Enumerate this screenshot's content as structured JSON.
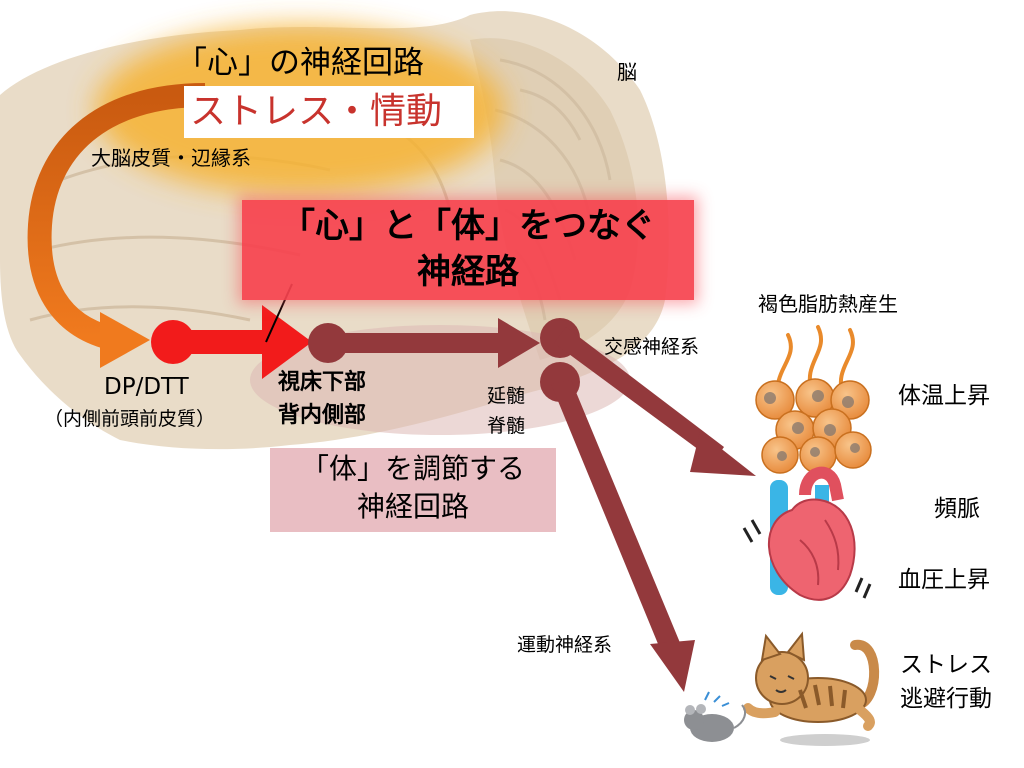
{
  "labels": {
    "brain": "脳",
    "mind_circuit": "「心」の神経回路",
    "stress_emotion": "ストレス・情動",
    "cortex_limbic": "大脳皮質・辺縁系",
    "connect_line1": "「心」と「体」をつなぐ",
    "connect_line2": "神経路",
    "dp_dtt": "DP/DTT",
    "mpfc": "（内側前頭前皮質）",
    "hypo_line1": "視床下部",
    "hypo_line2": "背内側部",
    "medulla_line1": "延髄",
    "medulla_line2": "脊髄",
    "sympathetic": "交感神経系",
    "motor": "運動神経系",
    "body_line1": "「体」を調節する",
    "body_line2": "神経回路",
    "bat": "褐色脂肪熱産生",
    "temp": "体温上昇",
    "tachy": "頻脈",
    "bp": "血圧上昇",
    "escape_line1": "ストレス",
    "escape_line2": "逃避行動"
  },
  "colors": {
    "brain": "#e9dcc8",
    "brain_fold": "#d2bfa4",
    "orange_glow": "#f6b233",
    "orange_arrow": "#ea6a10",
    "red_arrow": "#f21b1b",
    "dark_arrow": "#93393c",
    "stress_text": "#c8332d",
    "heart_box": "#f6424e",
    "body_box": "#dc969e"
  },
  "icons": [
    "brown-fat-icon",
    "heart-icon",
    "cat-icon",
    "mouse-icon"
  ]
}
